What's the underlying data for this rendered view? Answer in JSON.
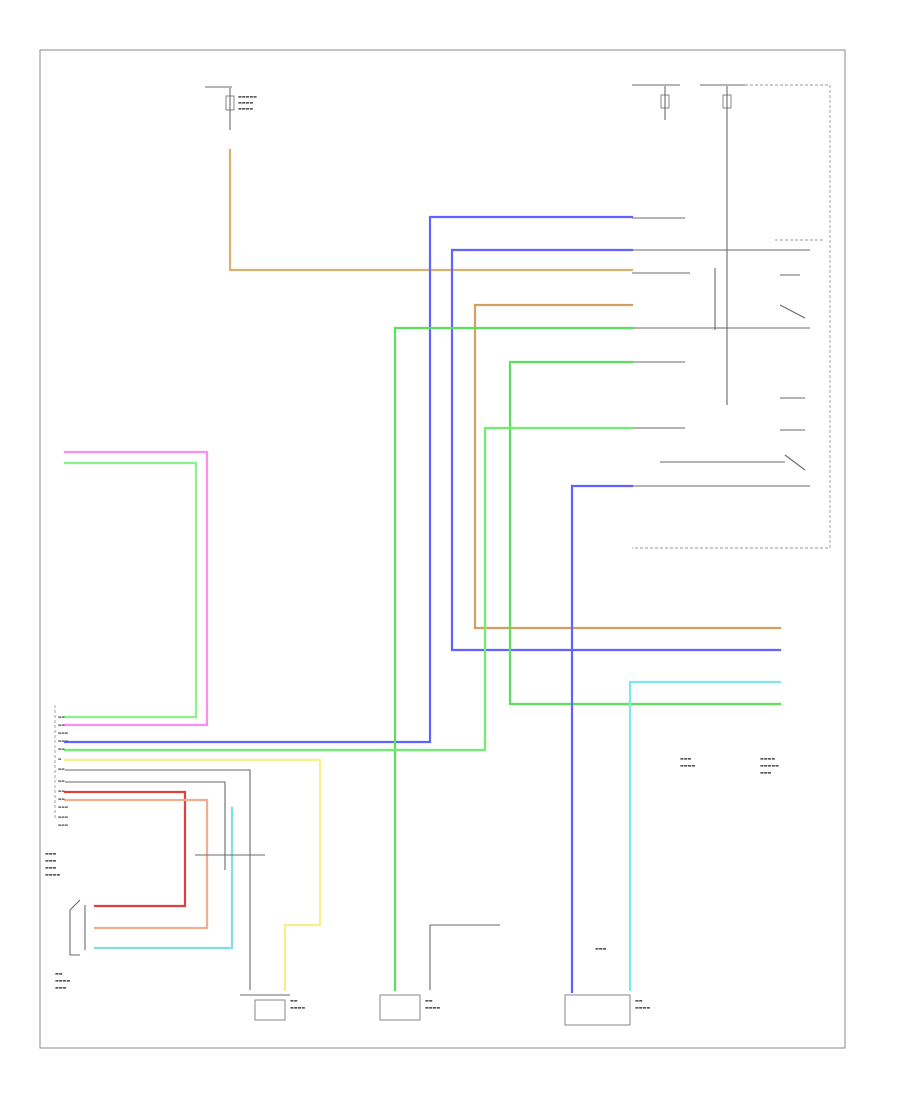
{
  "diagram": {
    "title": "",
    "page_label": "",
    "components": [
      {
        "id": "fuse-top-left",
        "label": ""
      },
      {
        "id": "fuse-top-right-1",
        "label": ""
      },
      {
        "id": "fuse-top-right-2",
        "label": ""
      },
      {
        "id": "relay-center-box",
        "label": ""
      },
      {
        "id": "engine-control-module",
        "label": ""
      },
      {
        "id": "ac-pressure-sensor",
        "label": ""
      },
      {
        "id": "evap-temp-sensor",
        "label": ""
      },
      {
        "id": "ambient-temp-sensor",
        "label": ""
      },
      {
        "id": "ac-compressor-clutch",
        "label": ""
      },
      {
        "id": "ac-refrigerant-switch",
        "label": ""
      },
      {
        "id": "hvac-control-module",
        "label": ""
      }
    ],
    "wire_colors": {
      "pink": "#ff7cf0",
      "lt_green": "#8cf08c",
      "blue": "#6262ff",
      "tan": "#d2a060",
      "orange_tan": "#e0b070",
      "green": "#5ce05c",
      "yellow": "#f6f08a",
      "cyan": "#7de8e8",
      "red": "#e04040",
      "peach": "#f0b090",
      "gray": "#6a6a6a"
    }
  }
}
